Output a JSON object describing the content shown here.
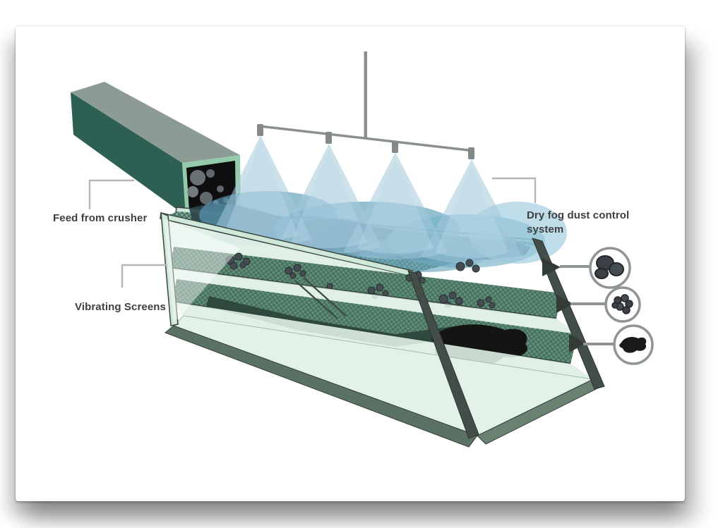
{
  "diagram": {
    "labels": {
      "feed": "Feed from crusher",
      "screens": "Vibrating Screens",
      "fog_line1": "Dry fog dust control",
      "fog_line2": "system"
    },
    "callouts": [
      {
        "icon": "coarse-coal-lumps-icon"
      },
      {
        "icon": "medium-coal-granules-icon"
      },
      {
        "icon": "fine-coal-fines-icon"
      }
    ],
    "nozzle_count": 4
  },
  "colors": {
    "label-text": "#3e4040",
    "leader-gray": "#b4b8b6",
    "pipe-gray": "#8a9090",
    "fog-blue": "#a3c8dc",
    "fog-deep": "#5b9cb9",
    "fog-dark": "#3f7693",
    "frame-mint": "#cfe8d8",
    "frame-edge": "#39453f",
    "deck-green": "#5f9077",
    "deck1-green": "#79ab94",
    "mesh-dark": "#2f4a42",
    "pan-mint": "#e2f2e8",
    "board-green": "#5a7264",
    "post-gray": "#434d49",
    "coal-dark": "#2c434c",
    "pebble": "#454d52",
    "pebble-edge": "#262c30",
    "fines-black": "#141414",
    "chute-top": "#8d9b95",
    "chute-front": "#2d6053",
    "chute-rim": "#93cbac",
    "circle-stroke": "#8f9596"
  }
}
